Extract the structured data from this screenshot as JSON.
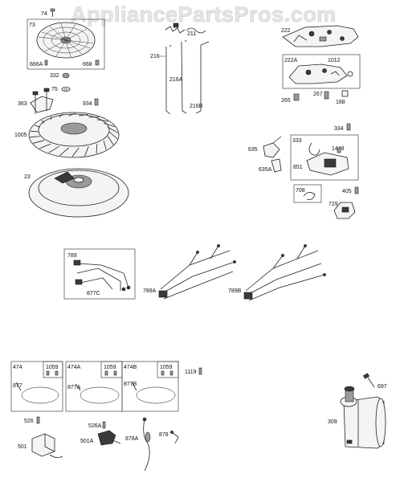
{
  "watermark": "AppliancePartsPros.com",
  "labels": {
    "l74": "74",
    "l73": "73",
    "l666A": "666A",
    "l668": "668",
    "l211": "211",
    "l216": "216",
    "l216A": "216A",
    "l216B": "216B",
    "l222": "222",
    "l222A": "222A",
    "l1012": "1012",
    "l265": "265",
    "l267": "267",
    "l188": "188",
    "l332": "332",
    "l75": "75",
    "l363": "363",
    "l934": "934",
    "l1005": "1005",
    "l23": "23",
    "l334": "334",
    "l333": "333",
    "l635": "635",
    "l1448": "1448",
    "l635A": "635A",
    "l851": "851",
    "l708": "708",
    "l405": "405",
    "l729": "729",
    "l789": "789",
    "l877C": "877C",
    "l789A": "789A",
    "l789B": "789B",
    "l474": "474",
    "l1059a": "1059",
    "l474A": "474A",
    "l1059b": "1059",
    "l474B": "474B",
    "l1059c": "1059",
    "l1119": "1119",
    "l877": "877",
    "l877A": "877A",
    "l877B": "877B",
    "l526": "526",
    "l526A": "526A",
    "l501": "501",
    "l501A": "501A",
    "l878A": "878A",
    "l878": "878",
    "l697": "697",
    "l309": "309"
  }
}
